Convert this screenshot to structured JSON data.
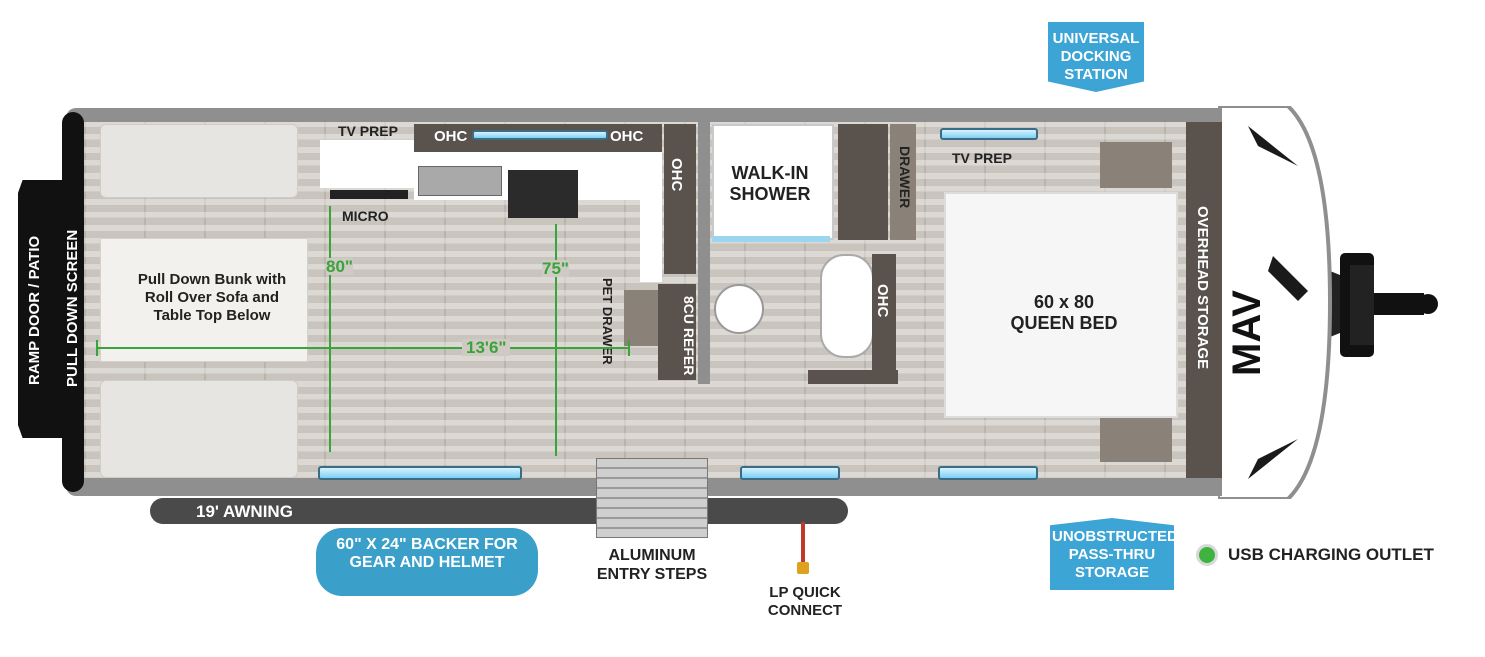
{
  "title": "Floor plan",
  "labels": {
    "ramp_door": "RAMP DOOR / PATIO",
    "pull_down_screen": "PULL DOWN SCREEN",
    "tv_prep_front": "TV PREP",
    "ohc_left": "OHC",
    "ohc_right": "OHC",
    "ohc_vertical_kitchen": "OHC",
    "micro": "MICRO",
    "walk_in_shower": "WALK-IN SHOWER",
    "drawer": "DRAWER",
    "tv_prep_bedroom": "TV PREP",
    "pull_down_bunk": "Pull Down Bunk with Roll Over Sofa and Table Top Below",
    "dim_80": "80\"",
    "dim_75": "75\"",
    "dim_13_6": "13'6\"",
    "pet_drawer": "PET DRAWER",
    "refer": "8CU REFER",
    "ohc_bath": "OHC",
    "queen_bed": "60 x 80 QUEEN BED",
    "overhead_storage": "OVERHEAD STORAGE",
    "awning": "19' AWNING",
    "backer": "60\" X 24\" BACKER FOR GEAR AND HELMET",
    "entry_steps": "ALUMINUM ENTRY STEPS",
    "lp_connect": "LP QUICK CONNECT",
    "docking_station": "UNIVERSAL DOCKING STATION",
    "pass_thru": "UNOBSTRUCTED PASS-THRU STORAGE",
    "usb_legend": "USB CHARGING OUTLET"
  },
  "colors": {
    "callout_blue": "#3da4d6",
    "usb_green": "#3fb33f",
    "dimension_green": "#3aa33a",
    "cabinet": "#5a524d"
  }
}
